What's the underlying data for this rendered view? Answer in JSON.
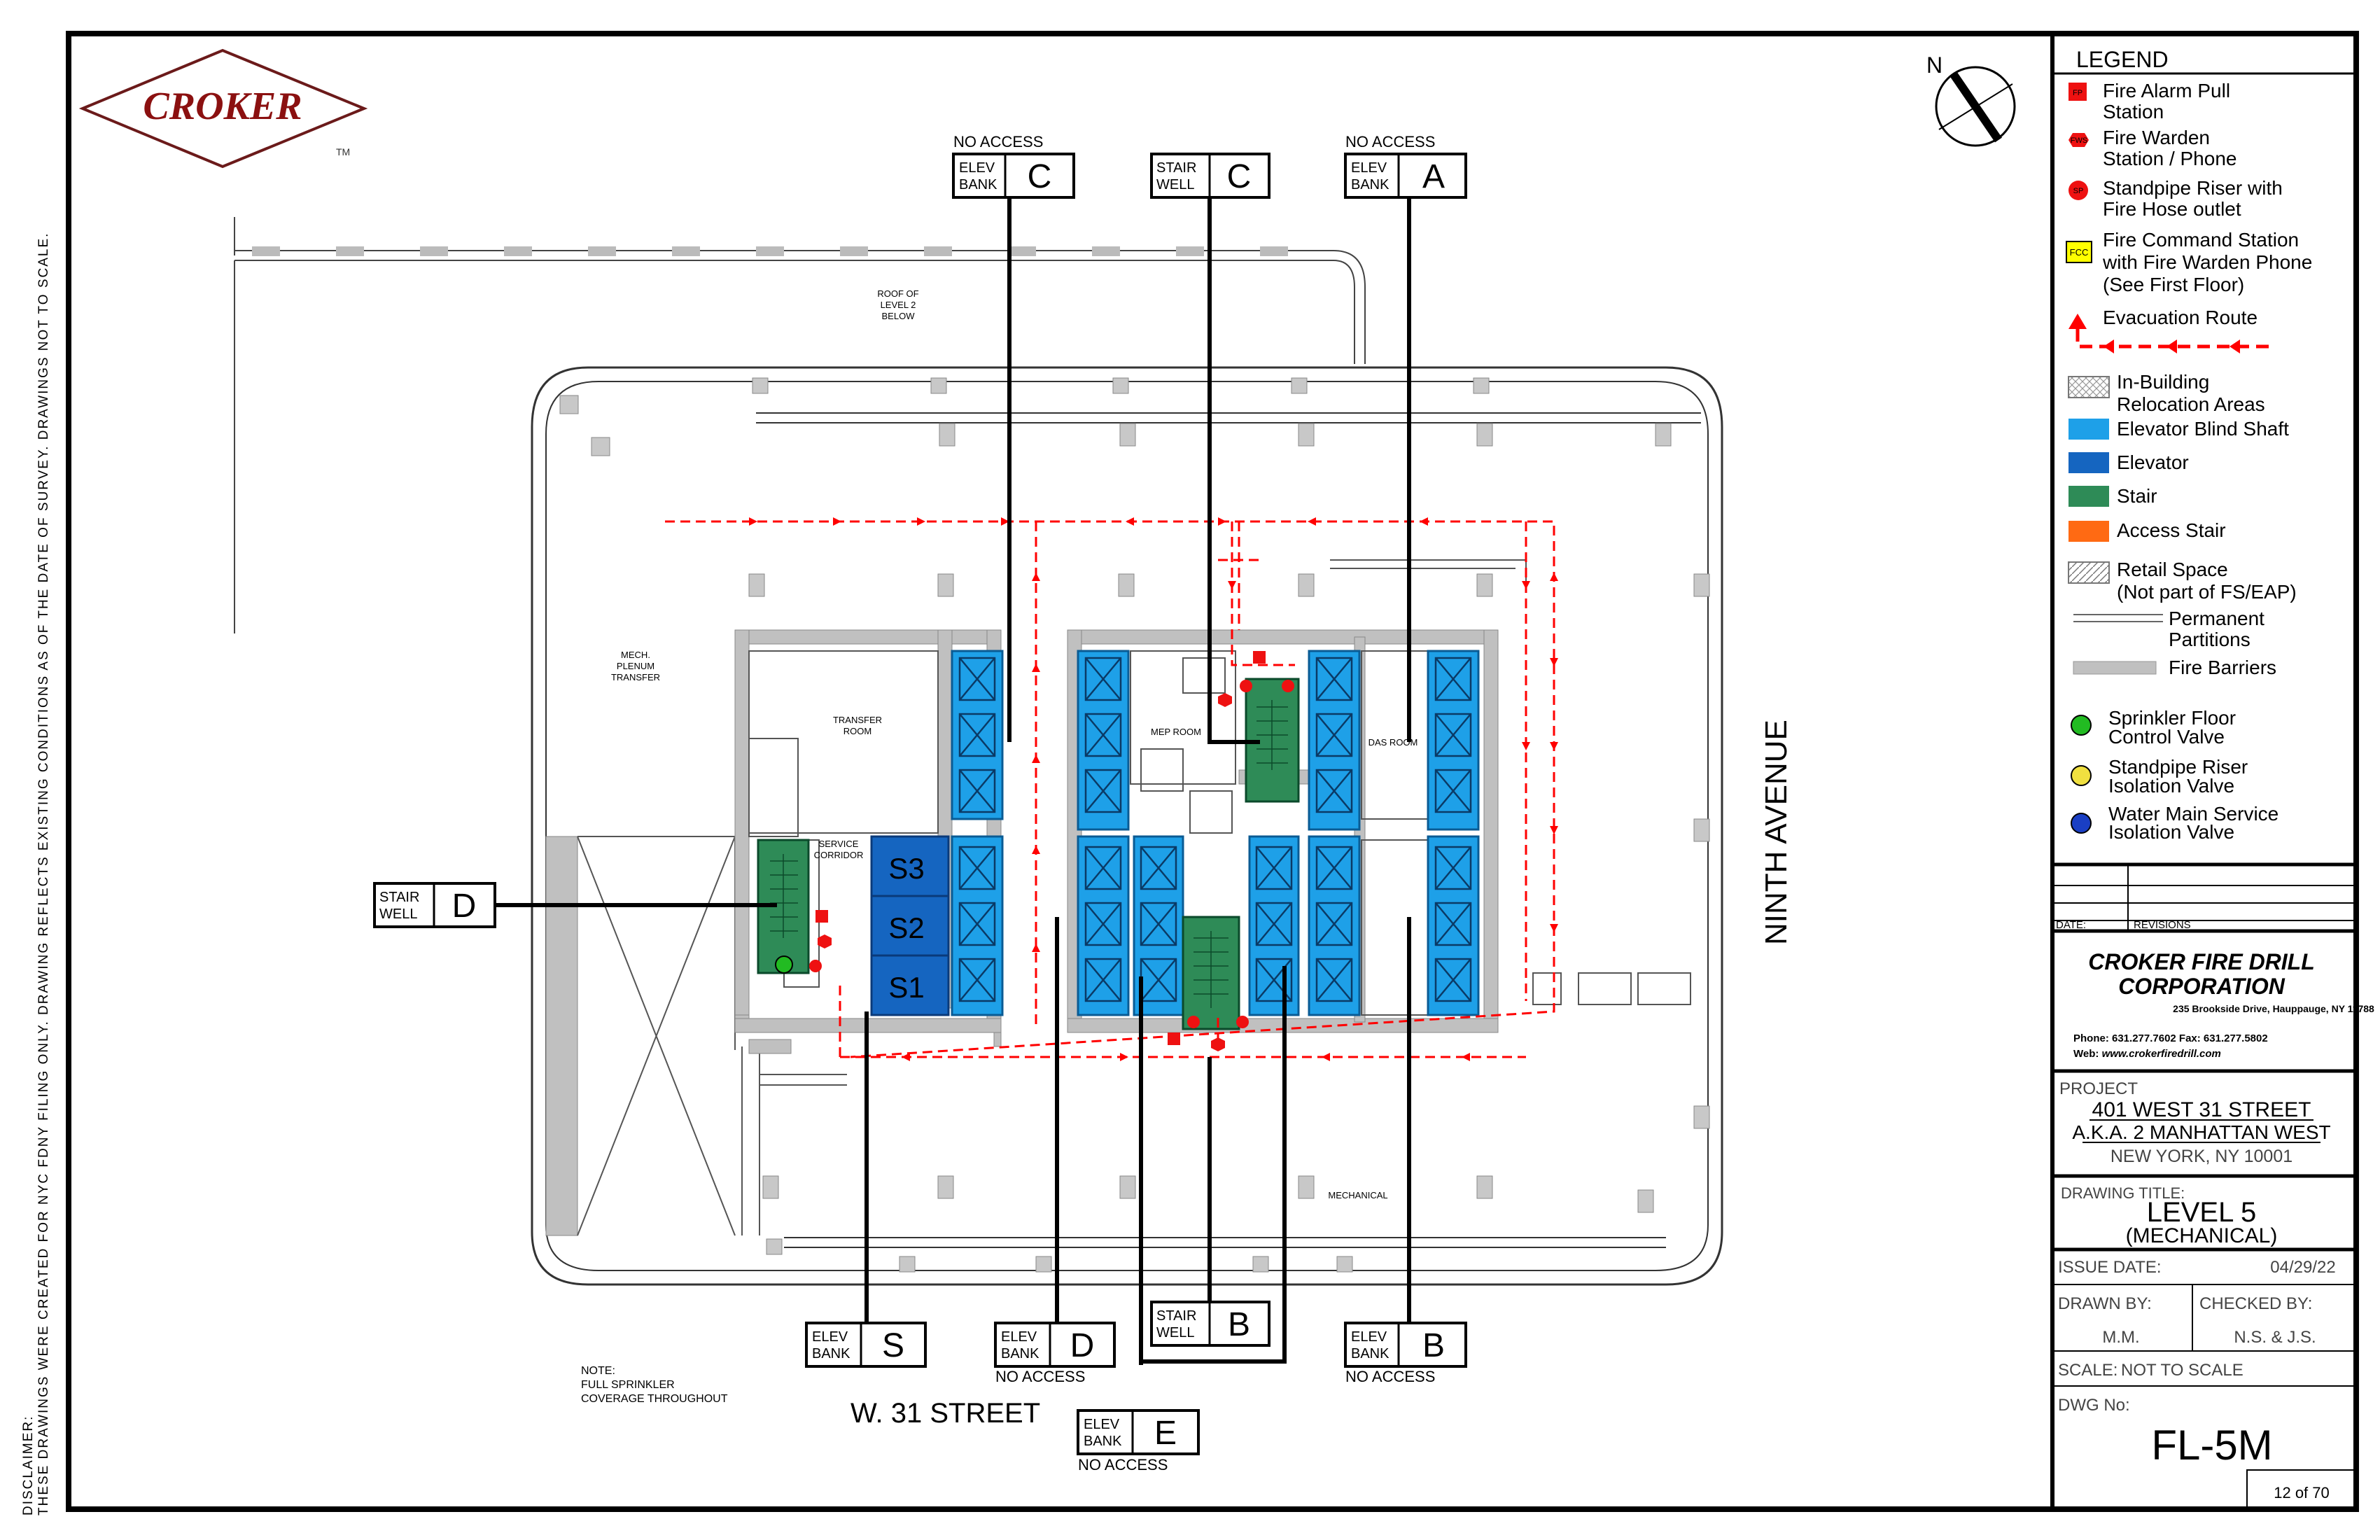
{
  "disclaimer": {
    "label": "DISCLAIMER:",
    "text": "THESE DRAWINGS WERE CREATED FOR NYC FDNY FILING ONLY. DRAWING REFLECTS EXISTING CONDITIONS AS OF THE DATE OF SURVEY. DRAWINGS NOT TO SCALE."
  },
  "logo": {
    "text": "CROKER",
    "tm": "TM"
  },
  "compass": {
    "label": "N"
  },
  "streets": {
    "south": "W. 31 STREET",
    "east": "NINTH AVENUE"
  },
  "note": {
    "line1": "NOTE:",
    "line2": "FULL SPRINKLER",
    "line3": "COVERAGE THROUGHOUT"
  },
  "rooms": {
    "roof": [
      "ROOF OF",
      "LEVEL 2",
      "BELOW"
    ],
    "mech": [
      "MECH.",
      "PLENUM",
      "TRANSFER"
    ],
    "transfer": [
      "TRANSFER",
      "ROOM"
    ],
    "service": [
      "SERVICE",
      "CORRIDOR"
    ],
    "mep": "MEP ROOM",
    "das": "DAS ROOM",
    "mechanical": "MECHANICAL"
  },
  "elevators": {
    "s3": "S3",
    "s2": "S2",
    "s1": "S1"
  },
  "callouts": {
    "elev_c": {
      "small1": "ELEV",
      "small2": "BANK",
      "letter": "C",
      "note": "NO ACCESS"
    },
    "stair_c": {
      "small1": "STAIR",
      "small2": "WELL",
      "letter": "C"
    },
    "elev_a": {
      "small1": "ELEV",
      "small2": "BANK",
      "letter": "A",
      "note": "NO ACCESS"
    },
    "stair_d": {
      "small1": "STAIR",
      "small2": "WELL",
      "letter": "D"
    },
    "elev_s": {
      "small1": "ELEV",
      "small2": "BANK",
      "letter": "S"
    },
    "elev_d": {
      "small1": "ELEV",
      "small2": "BANK",
      "letter": "D",
      "note": "NO ACCESS"
    },
    "stair_b": {
      "small1": "STAIR",
      "small2": "WELL",
      "letter": "B"
    },
    "elev_b": {
      "small1": "ELEV",
      "small2": "BANK",
      "letter": "B",
      "note": "NO ACCESS"
    },
    "elev_e": {
      "small1": "ELEV",
      "small2": "BANK",
      "letter": "E",
      "note": "NO ACCESS"
    }
  },
  "legend": {
    "title": "LEGEND",
    "items": [
      {
        "icon": "FP",
        "lines": [
          "Fire Alarm Pull",
          "Station"
        ]
      },
      {
        "icon": "FWS",
        "lines": [
          "Fire Warden",
          "Station / Phone"
        ]
      },
      {
        "icon": "SP",
        "lines": [
          "Standpipe Riser with",
          "Fire Hose outlet"
        ]
      },
      {
        "icon": "FCC",
        "lines": [
          "Fire Command Station",
          "with Fire Warden Phone",
          "(See First Floor)"
        ]
      },
      {
        "lines": [
          "Evacuation  Route"
        ]
      },
      {
        "lines": [
          "In-Building",
          "Relocation Areas"
        ]
      },
      {
        "lines": [
          "Elevator Blind Shaft"
        ]
      },
      {
        "lines": [
          "Elevator"
        ]
      },
      {
        "lines": [
          "Stair"
        ]
      },
      {
        "lines": [
          "Access Stair"
        ]
      },
      {
        "lines": [
          "Retail Space",
          "(Not part of FS/EAP)"
        ]
      },
      {
        "lines": [
          "Permanent",
          "Partitions"
        ]
      },
      {
        "lines": [
          "Fire Barriers"
        ]
      },
      {
        "lines": [
          "Sprinkler Floor",
          "Control Valve"
        ]
      },
      {
        "lines": [
          "Standpipe Riser",
          "Isolation Valve"
        ]
      },
      {
        "lines": [
          "Water Main Service",
          "Isolation Valve"
        ]
      }
    ],
    "colors": {
      "evacuation": "#ff0000",
      "blind_shaft": "#1ea0e8",
      "elevator": "#1565c0",
      "stair": "#2e8b57",
      "access_stair": "#ff6a13",
      "fire_barrier": "#c0c0c0",
      "fcc": "#ffff00"
    }
  },
  "revisions": {
    "date_label": "DATE:",
    "revisions_label": "REVISIONS"
  },
  "company": {
    "name1": "CROKER FIRE DRILL",
    "name2": "CORPORATION",
    "address": "235 Brookside Drive, Hauppauge, NY 11788",
    "phone": "Phone: 631.277.7602  Fax: 631.277.5802",
    "web_label": "Web: ",
    "web": "www.crokerfiredrill.com"
  },
  "project": {
    "label": "PROJECT",
    "line1": "401 WEST 31 STREET",
    "line2": "A.K.A. 2 MANHATTAN WEST",
    "line3": "NEW YORK, NY 10001"
  },
  "drawing": {
    "title_label": "DRAWING TITLE:",
    "title1": "LEVEL 5",
    "title2": "(MECHANICAL)",
    "issue_label": "ISSUE DATE:",
    "issue_date": "04/29/22",
    "drawn_label": "DRAWN BY:",
    "drawn_by": "M.M.",
    "checked_label": "CHECKED BY:",
    "checked_by": "N.S. & J.S.",
    "scale_label": "SCALE:",
    "scale": "NOT TO SCALE",
    "dwg_label": "DWG No:",
    "dwg_no": "FL-5M",
    "sheet": "12 of 70"
  }
}
